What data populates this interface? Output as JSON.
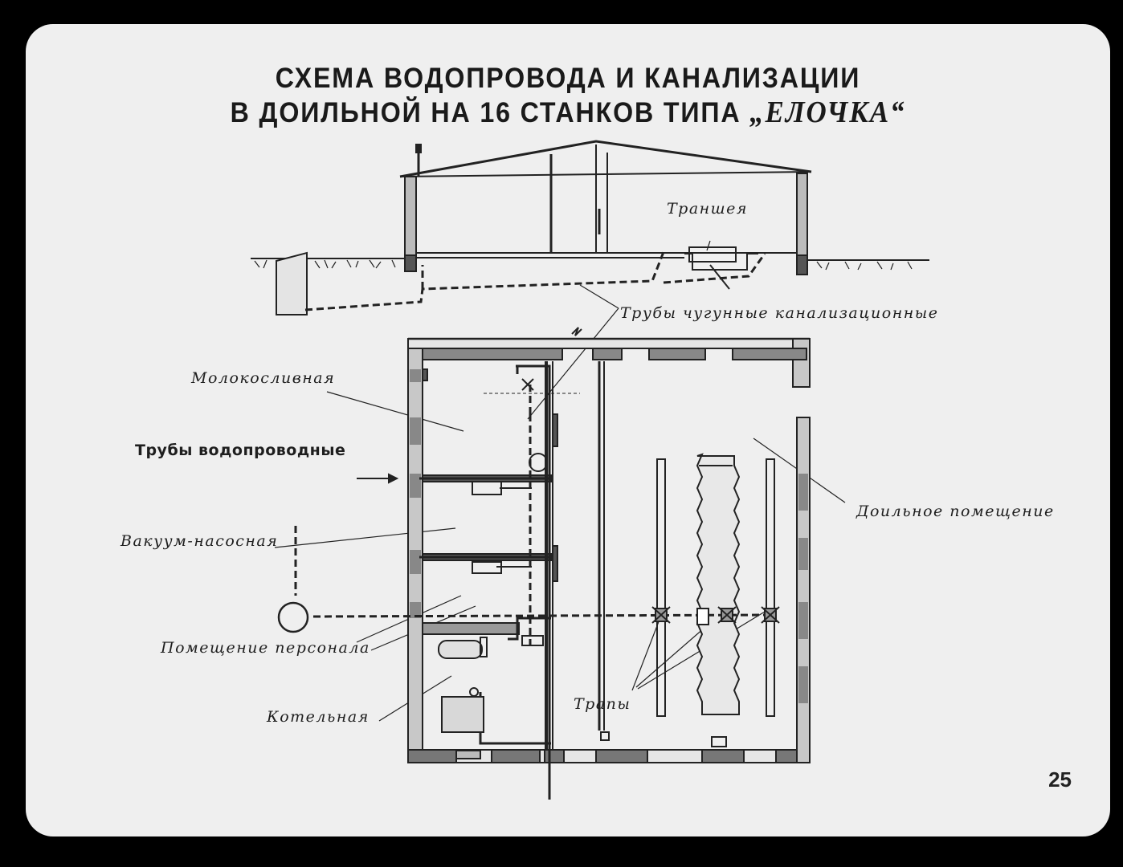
{
  "title": {
    "line1": "СХЕМА ВОДОПРОВОДА И КАНАЛИЗАЦИИ",
    "line2_prefix": "В ДОИЛЬНОЙ НА 16 СТАНКОВ ТИПА",
    "line2_name": "„ЕЛОЧКА“"
  },
  "labels": {
    "trench": "Траншея",
    "cast_iron_pipes": "Трубы чугунные канализационные",
    "milk_room": "Молокосливная",
    "water_pipes": "Трубы водопроводные",
    "vacuum_pump_room": "Вакуум-насосная",
    "staff_room": "Помещение персонала",
    "boiler_room": "Котельная",
    "milking_room": "Доильное помещение",
    "drains": "Трапы"
  },
  "page_number": "25",
  "colors": {
    "background": "#000000",
    "slide": "#efefef",
    "ink": "#1e1e1e"
  }
}
